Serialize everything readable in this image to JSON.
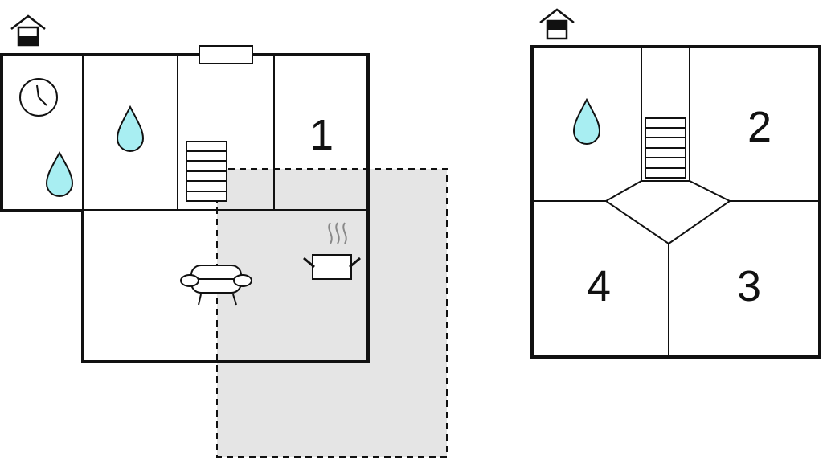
{
  "floors": [
    {
      "level_icon": "house-ground-floor-icon",
      "rooms": [
        {
          "label": "1",
          "icon": null
        },
        {
          "label": "",
          "icon": "water-drop-icon"
        },
        {
          "label": "",
          "icon": "clock-icon"
        },
        {
          "label": "",
          "icon": "sofa-icon"
        },
        {
          "label": "",
          "icon": "cooking-pot-icon"
        }
      ],
      "terrace": "dashed-terrace-area"
    },
    {
      "level_icon": "house-upper-floor-icon",
      "rooms": [
        {
          "label": "2",
          "icon": null
        },
        {
          "label": "3",
          "icon": null
        },
        {
          "label": "4",
          "icon": null
        },
        {
          "label": "",
          "icon": "water-drop-icon"
        }
      ]
    }
  ],
  "colors": {
    "wall": "#111111",
    "water": "#a8eef2",
    "terrace_fill": "#e5e5e5"
  }
}
